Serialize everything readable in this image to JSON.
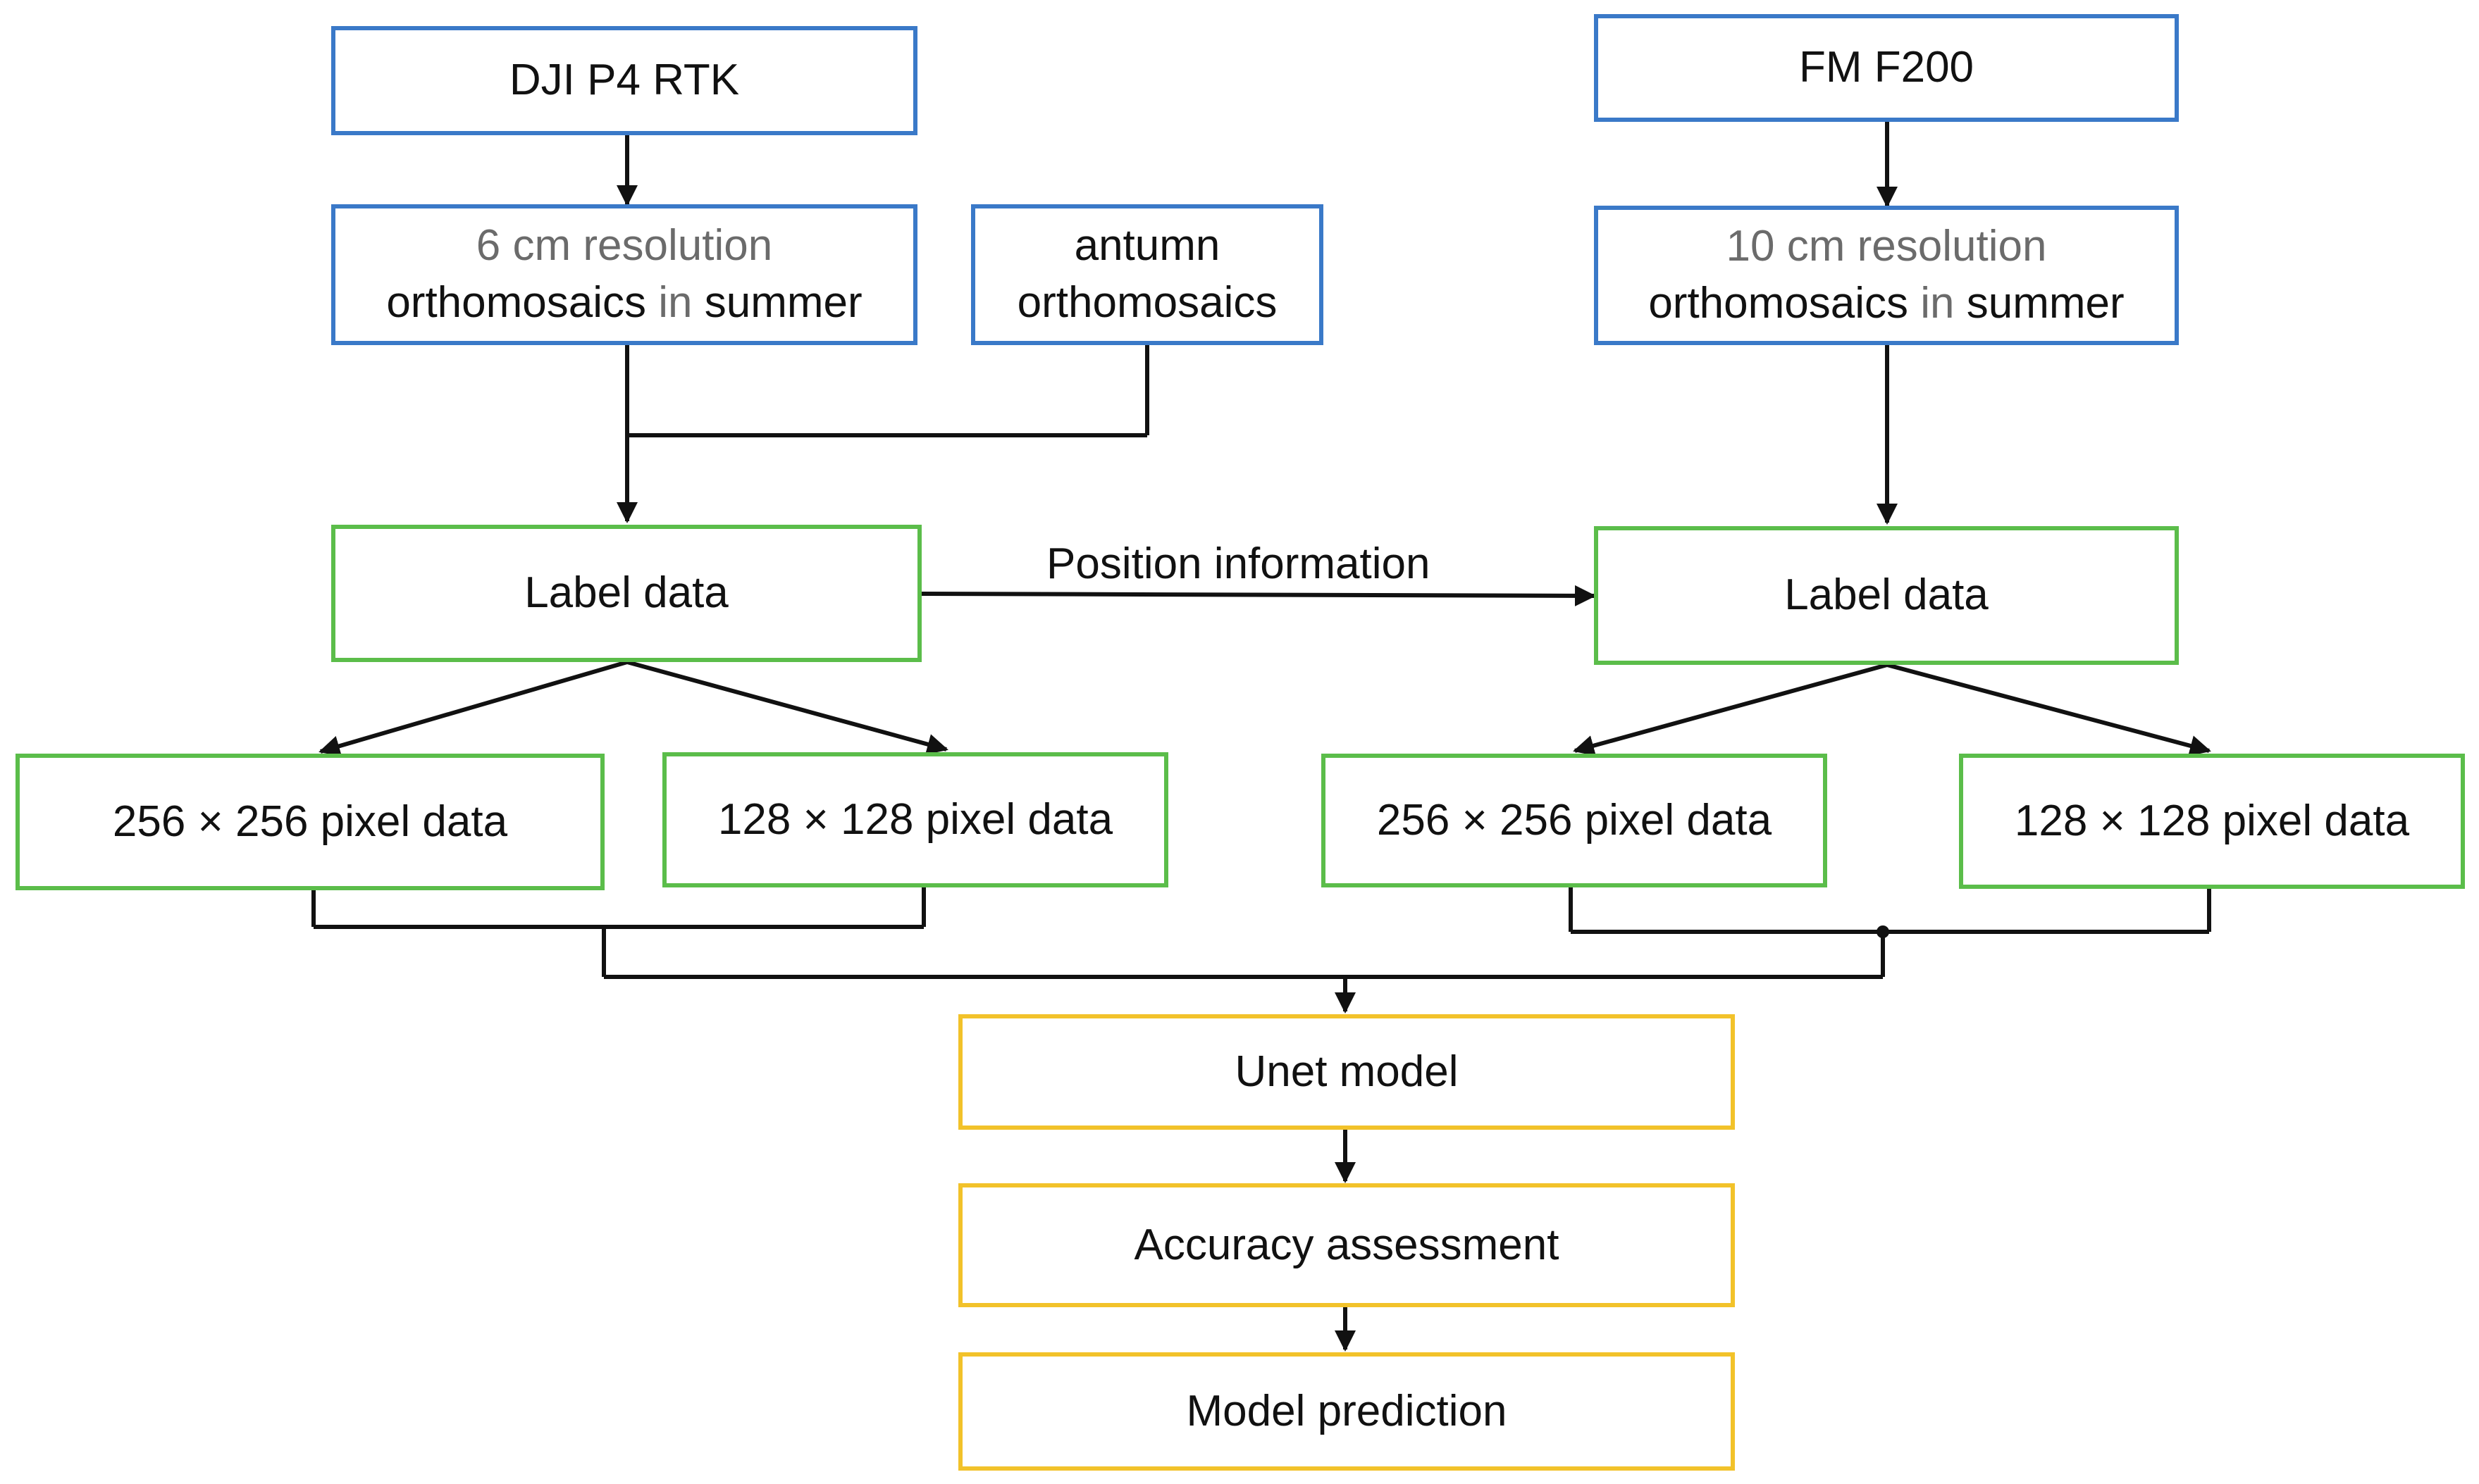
{
  "colors": {
    "source_border": "#3a79c8",
    "data_border": "#5bbd4a",
    "model_border": "#f2c22a",
    "arrow": "#111111",
    "muted_text": "#6b6b6b"
  },
  "nodes": {
    "dji": "DJI P4 RTK",
    "fm": "FM F200",
    "dji_ortho": {
      "line1": "6 cm resolution",
      "line2_a": "orthomosaics",
      "line2_b": "in",
      "line2_c": "summer"
    },
    "autumn": {
      "line1": "antumn",
      "line2": "orthomosaics"
    },
    "fm_ortho": {
      "line1": "10 cm resolution",
      "line2_a": "orthomosaics",
      "line2_b": "in",
      "line2_c": "summer"
    },
    "label_left": "Label data",
    "label_right": "Label data",
    "px256_left": "256 × 256 pixel data",
    "px128_left": "128 × 128 pixel data",
    "px256_right": "256 × 256 pixel data",
    "px128_right": "128 × 128 pixel data",
    "unet": "Unet model",
    "accuracy": "Accuracy assessment",
    "prediction": "Model prediction"
  },
  "edges": {
    "position_info": "Position information"
  }
}
